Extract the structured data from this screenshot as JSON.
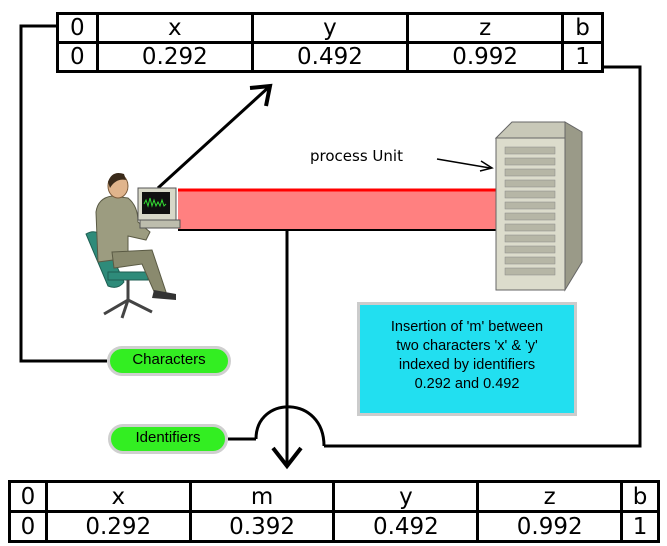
{
  "top_table": {
    "headers": [
      "0",
      "x",
      "y",
      "z",
      "b"
    ],
    "values": [
      "0",
      "0.292",
      "0.492",
      "0.992",
      "1"
    ]
  },
  "bottom_table": {
    "headers": [
      "0",
      "x",
      "m",
      "y",
      "z",
      "b"
    ],
    "values": [
      "0",
      "0.292",
      "0.392",
      "0.492",
      "0.992",
      "1"
    ]
  },
  "process_label": "process Unit",
  "characters_label": "Characters",
  "identifiers_label": "Identifiers",
  "note": "Insertion of 'm' between\ntwo characters 'x' & 'y'\nindexed by identifiers\n0.292 and 0.492",
  "colors": {
    "pill": "#33ee22",
    "note_box": "#22dff0",
    "beam": "#ff8080",
    "beam_edge": "#ff0000"
  },
  "icons": [
    "person-at-computer-icon",
    "server-tower-icon"
  ]
}
